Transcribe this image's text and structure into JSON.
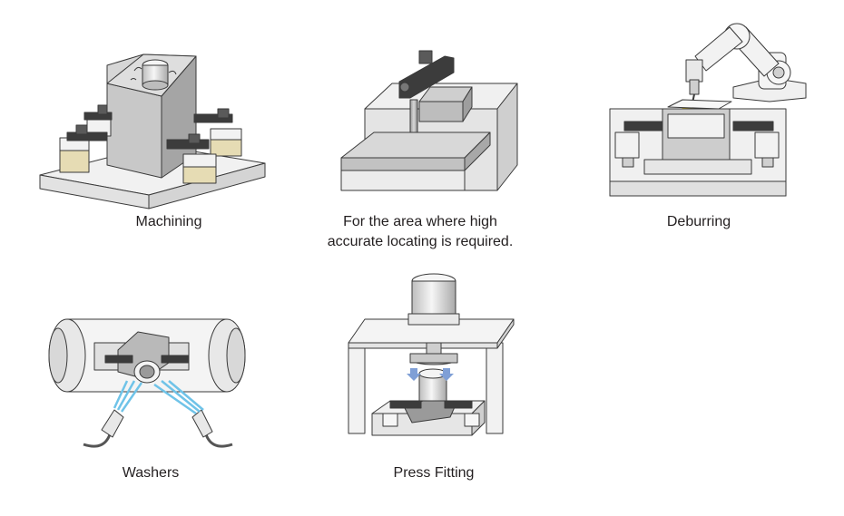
{
  "captions": {
    "machining": "Machining",
    "locating_line1": "For the area where high",
    "locating_line2": "accurate locating is required.",
    "deburring": "Deburring",
    "washers": "Washers",
    "press_fitting": "Press Fitting"
  },
  "colors": {
    "outline": "#3a3a3a",
    "base_top": "#f2f2f2",
    "base_side": "#dcdcdc",
    "block_gray": "#b8b8b8",
    "block_dark": "#8e8e8e",
    "clamp_dark": "#3c3c3c",
    "clamp_yellow": "#e6dcb4",
    "spray_blue": "#6fc3e8",
    "arrow_blue": "#7f9fd6",
    "spark_yellow": "#f5d000"
  }
}
